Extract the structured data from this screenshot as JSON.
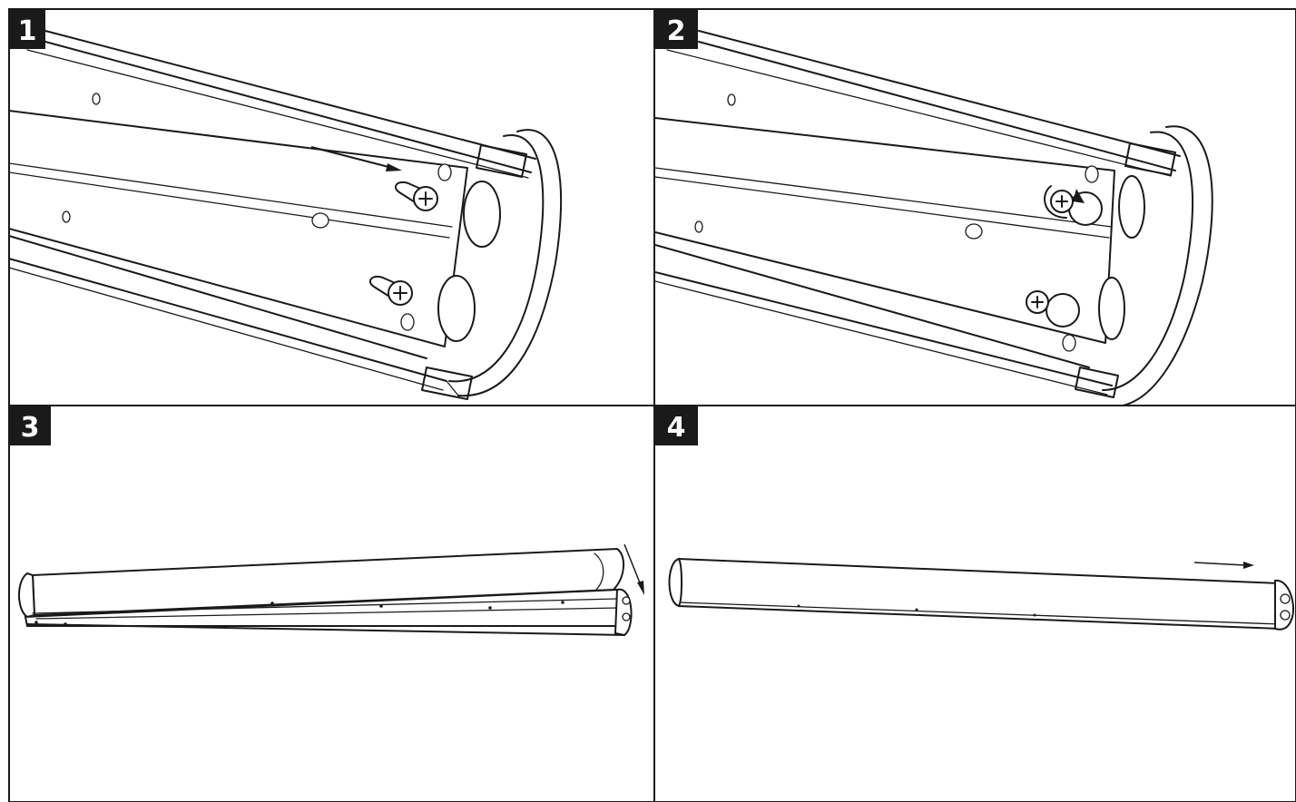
{
  "panels": [
    {
      "id": "step-1",
      "label": "1"
    },
    {
      "id": "step-2",
      "label": "2"
    },
    {
      "id": "step-3",
      "label": "3"
    },
    {
      "id": "step-4",
      "label": "4"
    }
  ],
  "colors": {
    "badge": "#1a1a1a",
    "line": "#1a1a1a",
    "background": "#ffffff"
  }
}
